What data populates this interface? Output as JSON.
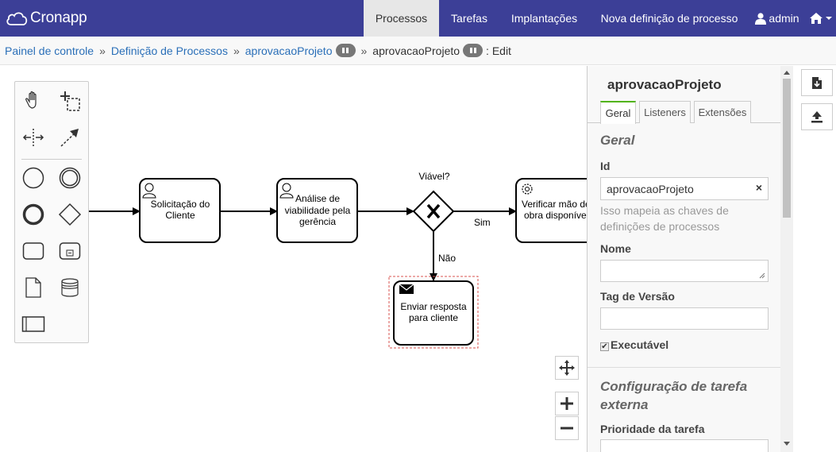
{
  "navbar": {
    "brand": "Cronapp",
    "items": [
      {
        "label": "Processos",
        "active": true
      },
      {
        "label": "Tarefas"
      },
      {
        "label": "Implantações"
      },
      {
        "label": "Nova definição de processo"
      }
    ],
    "user": "admin",
    "home_icon": "home-icon"
  },
  "breadcrumb": {
    "items": [
      "Painel de controle",
      "Definição de Processos",
      "aprovacaoProjeto"
    ],
    "separator": "»",
    "current": "aprovacaoProjeto",
    "suffix": ": Edit"
  },
  "palette": {
    "tools": [
      "hand-tool-icon",
      "lasso-tool-icon",
      "space-tool-icon",
      "global-connect-tool-icon",
      "start-event-icon",
      "intermediate-event-icon",
      "end-event-icon",
      "gateway-icon",
      "task-icon",
      "subprocess-icon",
      "data-object-icon",
      "data-store-icon",
      "pool-icon"
    ]
  },
  "diagram": {
    "tasks": [
      {
        "name": "Solicitação do Cliente",
        "lines": [
          "Solicitação do",
          "Cliente"
        ],
        "type": "user-task"
      },
      {
        "name": "Análise de viabilidade pela gerência",
        "lines": [
          "Análise de",
          "viabilidade pela",
          "gerência"
        ],
        "type": "user-task"
      },
      {
        "name": "Verificar mão de obra disponível",
        "lines": [
          "Verificar mão de",
          "obra disponível"
        ],
        "type": "service-task"
      },
      {
        "name": "Enviar resposta para cliente",
        "lines": [
          "Enviar resposta",
          "para cliente"
        ],
        "type": "send-task"
      }
    ],
    "gateway": {
      "label": "Viável?",
      "type": "exclusive"
    },
    "flows": {
      "yes": "Sim",
      "no": "Não"
    }
  },
  "properties": {
    "title": "aprovacaoProjeto",
    "tabs": [
      "Geral",
      "Listeners",
      "Extensões"
    ],
    "active_tab": "Geral",
    "group_general": "Geral",
    "id_label": "Id",
    "id_value": "aprovacaoProjeto",
    "id_clear": "×",
    "id_hint": "Isso mapeia as chaves de definições de processos",
    "name_label": "Nome",
    "name_value": "",
    "version_label": "Tag de Versão",
    "version_value": "",
    "executable_label": "Executável",
    "executable_checked": true,
    "check_mark": "✔",
    "group_external": "Configuração de tarefa externa",
    "priority_label": "Prioridade da tarefa"
  },
  "actions": [
    "download-diagram-icon",
    "upload-diagram-icon"
  ],
  "colors": {
    "navbar": "#3c3f97",
    "link": "#2a6fb8",
    "active_tab": "#52b415",
    "selection": "#d9534f"
  }
}
